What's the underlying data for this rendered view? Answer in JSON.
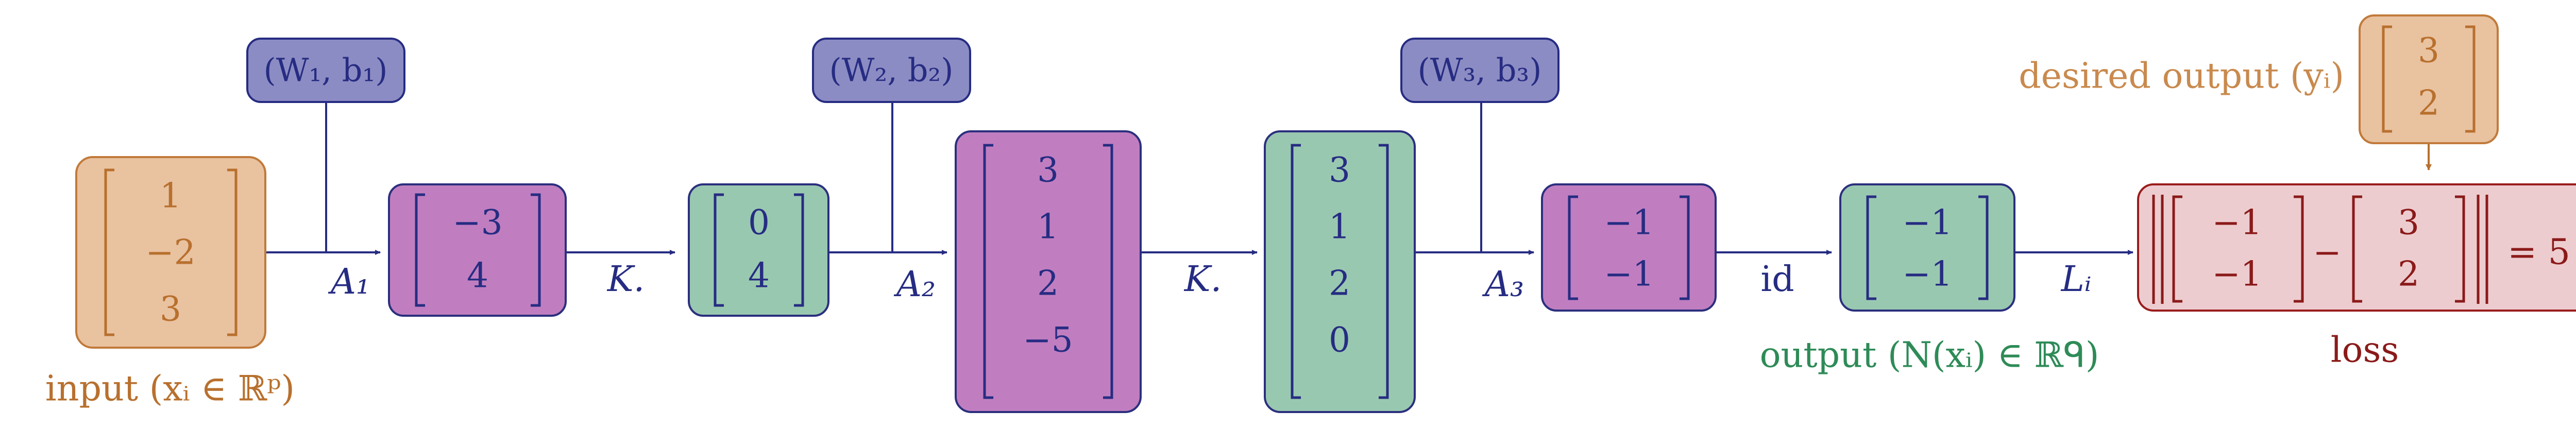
{
  "colors": {
    "input_fill": "#E9C2A0",
    "input_stroke": "#C17A3A",
    "input_text": "#B8702E",
    "purple_fill": "#C07EC0",
    "purple_stroke": "#2B2F7E",
    "green_fill": "#99C8B0",
    "param_fill": "#8C8CC4",
    "navy": "#262C82",
    "loss_fill": "#EDCCCF",
    "loss_stroke": "#9B1C1C",
    "loss_text": "#8B1A1A",
    "output_text": "#2E8B57"
  },
  "nodes": {
    "input": {
      "values": [
        "1",
        "−2",
        "3"
      ],
      "label": "input (xᵢ ∈ ℝᵖ)"
    },
    "a1_out": {
      "values": [
        "−3",
        "4"
      ]
    },
    "k1_out": {
      "values": [
        "0",
        "4"
      ]
    },
    "a2_out": {
      "values": [
        "3",
        "1",
        "2",
        "−5"
      ]
    },
    "k2_out": {
      "values": [
        "3",
        "1",
        "2",
        "0"
      ]
    },
    "a3_out": {
      "values": [
        "−1",
        "−1"
      ]
    },
    "output": {
      "values": [
        "−1",
        "−1"
      ],
      "label": "output (N(xᵢ) ∈ ℝᑫ)"
    },
    "desired": {
      "values": [
        "3",
        "2"
      ],
      "label": "desired output (yᵢ)"
    },
    "loss": {
      "left_values": [
        "−1",
        "−1"
      ],
      "minus": "−",
      "right_values": [
        "3",
        "2"
      ],
      "equals": "= 5",
      "label": "loss"
    }
  },
  "params": [
    {
      "label": "(W₁, b₁)"
    },
    {
      "label": "(W₂, b₂)"
    },
    {
      "label": "(W₃, b₃)"
    }
  ],
  "edges": {
    "a1": "A₁",
    "k1": "K.",
    "a2": "A₂",
    "k2": "K.",
    "a3": "A₃",
    "id": "id",
    "li": "Lᵢ"
  }
}
